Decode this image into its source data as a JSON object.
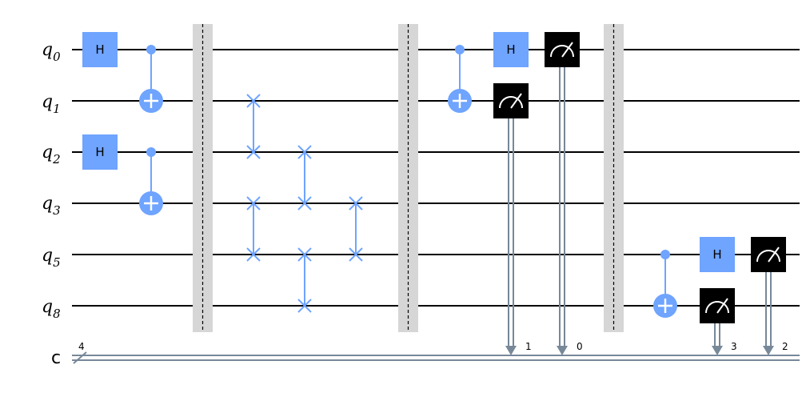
{
  "circuit": {
    "qubits": [
      {
        "letter": "q",
        "sub": "0"
      },
      {
        "letter": "q",
        "sub": "1"
      },
      {
        "letter": "q",
        "sub": "2"
      },
      {
        "letter": "q",
        "sub": "3"
      },
      {
        "letter": "q",
        "sub": "5"
      },
      {
        "letter": "q",
        "sub": "8"
      }
    ],
    "classical": {
      "label": "c",
      "size": "4"
    },
    "h_label": "H",
    "bit_labels": [
      "1",
      "0",
      "3",
      "2"
    ],
    "colors": {
      "gate": "#6fa4ff",
      "measure": "#000000",
      "barrier": "#d6d6d6",
      "classical_wire": "#778899",
      "wire": "#000000"
    }
  }
}
